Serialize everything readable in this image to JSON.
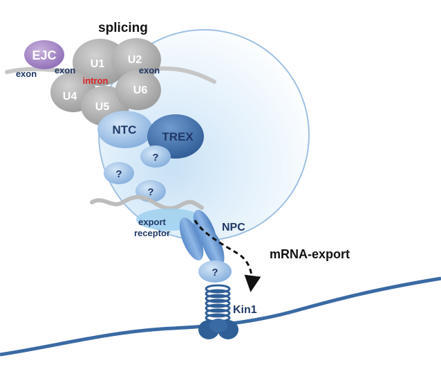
{
  "title": "splicing",
  "export_label": "mRNA-export",
  "spliceosome": {
    "ejc": "EJC",
    "u1": "U1",
    "u2": "U2",
    "u4": "U4",
    "u5": "U5",
    "u6": "U6",
    "exon_left": "exon",
    "exon_middle": "exon",
    "exon_right": "exon",
    "intron": "intron"
  },
  "complexes": {
    "ntc": "NTC",
    "trex": "TREX",
    "unknown_1": "?",
    "unknown_2": "?",
    "unknown_3": "?",
    "unknown_4": "?"
  },
  "export_receptor": {
    "line1": "export",
    "line2": "receptor"
  },
  "npc": "NPC",
  "kin1": "Kin1",
  "colors": {
    "spliceosome_gray": "#b3b3b3",
    "ejc_purple": "#a98cc6",
    "blue_light": "#9cc3ec",
    "blue_dark": "#2f5f96",
    "navy_text": "#1f3866",
    "intron_red": "#e02020",
    "membrane_blue": "#3a6aa3"
  }
}
